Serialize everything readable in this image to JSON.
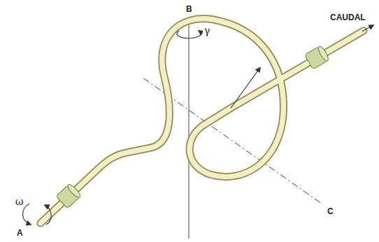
{
  "diagram": {
    "labels": [
      "B",
      "γ",
      "CAUDAL",
      "ω",
      "A",
      "C"
    ]
  }
}
